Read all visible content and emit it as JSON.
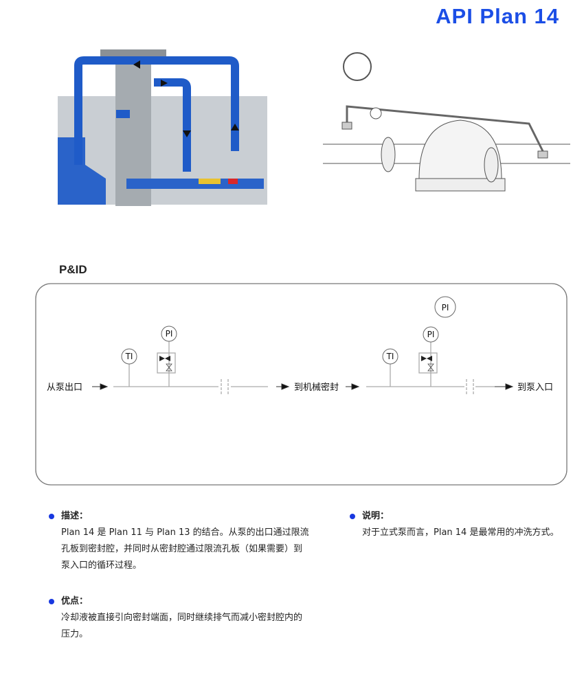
{
  "title": "API Plan 14",
  "pid": {
    "heading": "P&ID",
    "from_pump_outlet": "从泵出口",
    "to_seal": "到机械密封",
    "to_pump_inlet": "到泵入口",
    "ti": "TI",
    "pi": "PI"
  },
  "description": {
    "heading": "描述：",
    "lines": [
      "Plan 14 是 Plan 11 与 Plan 13 的结合。从泵的出口通过限流",
      "孔板到密封腔，并同时从密封腔通过限流孔板（如果需要）到",
      "泵入口的循环过程。"
    ]
  },
  "advantages": {
    "heading": "优点：",
    "lines": [
      "冷却液被直接引向密封端面，同时继续排气而减小密封腔内的",
      "压力。"
    ]
  },
  "notes": {
    "heading": "说明：",
    "lines": [
      "对于立式泵而言，Plan 14 是最常用的冲洗方式。"
    ]
  },
  "colors": {
    "accent": "#1b4ee6",
    "pipe": "#1f5bc8",
    "bullet": "#1838e0"
  }
}
